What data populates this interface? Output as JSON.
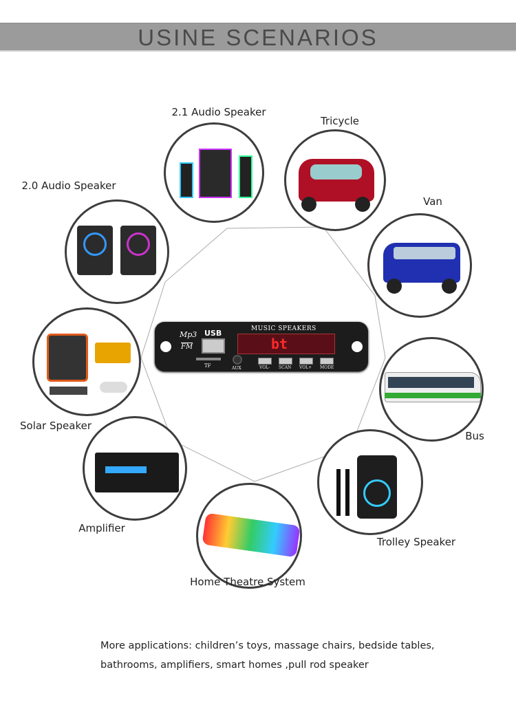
{
  "header": {
    "title": "USINE SCENARIOS"
  },
  "scenarios": [
    {
      "label": "2.1 Audio Speaker"
    },
    {
      "label": "Tricycle"
    },
    {
      "label": "2.0 Audio Speaker"
    },
    {
      "label": "Van"
    },
    {
      "label": "Solar Speaker"
    },
    {
      "label": "Bus"
    },
    {
      "label": "Amplifier"
    },
    {
      "label": "Trolley Speaker"
    },
    {
      "label": "Home Theatre System"
    }
  ],
  "board": {
    "logo_top": "Mp3",
    "logo_bottom": "FM",
    "usb": "USB",
    "tf": "TF",
    "aux": "AUX",
    "brand": "MUSIC SPEAKERS",
    "display": "bt",
    "keys": [
      "VOL-",
      "SCAN",
      "VOL+",
      "MODE"
    ]
  },
  "footer": {
    "line1": "More applications: children’s toys, massage chairs, bedside tables,",
    "line2": "bathrooms, amplifiers, smart homes ,pull rod speaker"
  }
}
